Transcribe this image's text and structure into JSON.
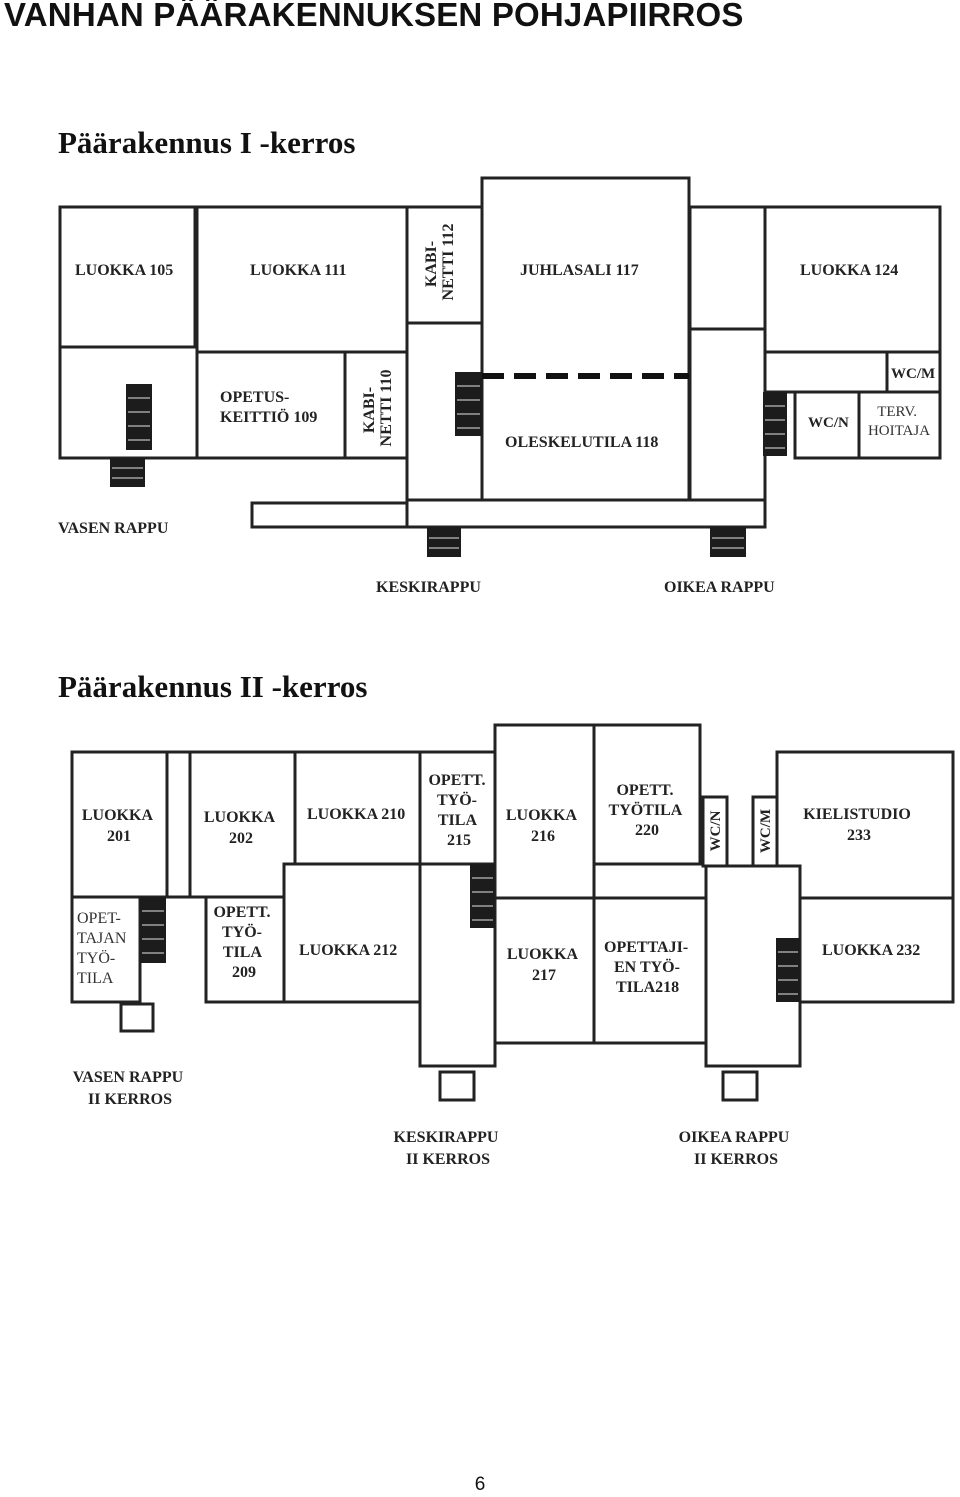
{
  "document": {
    "title": "VANHAN PÄÄRAKENNUKSEN POHJAPIIRROS",
    "page_number": "6"
  },
  "floor1": {
    "title": "Päärakennus I -kerros",
    "rooms": {
      "luokka_105": "LUOKKA 105",
      "luokka_111": "LUOKKA 111",
      "kabinetti_112": [
        "KABI-",
        "NETTI 112"
      ],
      "juhlasali_117": "JUHLASALI 117",
      "luokka_124": "LUOKKA 124",
      "opetuskeittio_109": [
        "OPETUS-",
        "KEITTIÖ 109"
      ],
      "kabinetti_110": [
        "KABI-",
        "NETTI 110"
      ],
      "oleskelutila_118": "OLESKELUTILA 118",
      "wc_m": "WC/M",
      "wc_n": "WC/N",
      "terveydenhoitaja": [
        "TERV.",
        "HOITAJA"
      ]
    },
    "stairs": {
      "vasen": "VASEN RAPPU",
      "keski": "KESKIRAPPU",
      "oikea": "OIKEA RAPPU"
    }
  },
  "floor2": {
    "title": "Päärakennus II -kerros",
    "rooms": {
      "luokka_201": [
        "LUOKKA",
        "201"
      ],
      "luokka_202": [
        "LUOKKA",
        "202"
      ],
      "luokka_210": "LUOKKA 210",
      "opett_tyotila_215": [
        "OPETT.",
        "TYÖ-",
        "TILA",
        "215"
      ],
      "luokka_216": [
        "LUOKKA",
        "216"
      ],
      "opett_tyotila_220": [
        "OPETT.",
        "TYÖTILA",
        "220"
      ],
      "wc_n": "WC/N",
      "wc_m": "WC/M",
      "kielistudio_233": [
        "KIELISTUDIO",
        "233"
      ],
      "opettajan_tyotila": [
        "OPET-",
        "TAJAN",
        "TYÖ-",
        "TILA"
      ],
      "opett_tyotila_209": [
        "OPETT.",
        "TYÖ-",
        "TILA",
        "209"
      ],
      "luokka_212": "LUOKKA 212",
      "luokka_217": [
        "LUOKKA",
        "217"
      ],
      "opettajien_tyotila_218": [
        "OPETTAJI-",
        "EN TYÖ-",
        "TILA218"
      ],
      "luokka_232": "LUOKKA 232"
    },
    "stairs": {
      "vasen": [
        "VASEN RAPPU",
        "II KERROS"
      ],
      "keski": [
        "KESKIRAPPU",
        "II KERROS"
      ],
      "oikea": [
        "OIKEA RAPPU",
        "II KERROS"
      ]
    }
  }
}
